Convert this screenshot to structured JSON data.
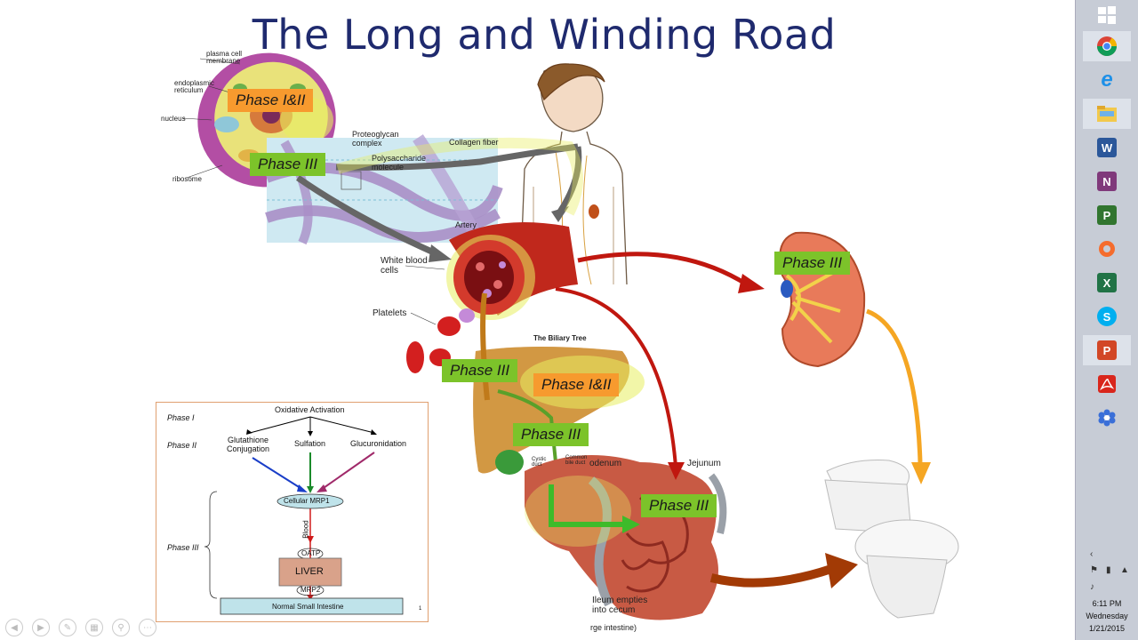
{
  "slide": {
    "title": "The Long and Winding Road",
    "labels": {
      "phase_1_2_cell": "Phase I&II",
      "phase_3_cell": "Phase III",
      "phase_3_kidney": "Phase III",
      "phase_3_liver": "Phase III",
      "phase_1_2_liver": "Phase I&II",
      "phase_3_bile": "Phase III",
      "phase_3_intestine": "Phase III"
    },
    "cell_annotations": {
      "plasma_membrane": "plasma cell membrane",
      "er": "endoplasmic reticulum",
      "nucleus": "nucleus",
      "ribosome": "ribosome"
    },
    "ecm_annotations": {
      "proteoglycan": "Proteoglycan complex",
      "polysaccharide": "Polysaccharide molecule",
      "collagen": "Collagen fiber"
    },
    "blood_annotations": {
      "artery": "Artery",
      "white_blood": "White blood cells",
      "platelets": "Platelets"
    },
    "liver_annotations": {
      "biliary_tree": "The Biliary Tree",
      "cystic_duct": "Cystic duct",
      "common_bile": "Common bile duct"
    },
    "intestine_annotations": {
      "duodenum": "odenum",
      "jejunum": "Jejunum",
      "ileum": "Ileum empties into cecum",
      "large": "rge intestine)"
    },
    "diagram": {
      "oxidative": "Oxidative Activation",
      "phase_i": "Phase I",
      "phase_ii": "Phase II",
      "phase_iii": "Phase III",
      "glutathione": "Glutathione Conjugation",
      "sulfation": "Sulfation",
      "glucuronidation": "Glucuronidation",
      "mrp1": "Cellular MRP1",
      "blood": "Blood",
      "oatp": "OATP",
      "liver": "LIVER",
      "mrp2": "MRP2",
      "intestine": "Normal Small Intestine",
      "page_num": "1"
    },
    "colors": {
      "title": "#1f2a6e",
      "green_label": "#7cc32a",
      "orange_label": "#f79a2e",
      "red_arrow": "#c0170f",
      "orange_arrow": "#f5a623",
      "brown_arrow": "#a23a05",
      "gray_arrow": "#666666"
    }
  },
  "taskbar": {
    "apps": [
      {
        "name": "start-button",
        "icon": "windows-icon"
      },
      {
        "name": "chrome",
        "icon": "chrome-icon"
      },
      {
        "name": "internet-explorer",
        "icon": "ie-icon"
      },
      {
        "name": "file-explorer",
        "icon": "folder-icon"
      },
      {
        "name": "word",
        "icon": "word-icon",
        "glyph": "W"
      },
      {
        "name": "onenote",
        "icon": "onenote-icon",
        "glyph": "N"
      },
      {
        "name": "project",
        "icon": "project-icon",
        "glyph": "P"
      },
      {
        "name": "origin",
        "icon": "origin-icon"
      },
      {
        "name": "excel",
        "icon": "excel-icon",
        "glyph": "X"
      },
      {
        "name": "skype",
        "icon": "skype-icon",
        "glyph": "S"
      },
      {
        "name": "powerpoint",
        "icon": "powerpoint-icon",
        "glyph": "P"
      },
      {
        "name": "acrobat",
        "icon": "acrobat-icon"
      },
      {
        "name": "snowflake-app",
        "icon": "snowflake-icon"
      }
    ],
    "clock": {
      "time": "6:11 PM",
      "day": "Wednesday",
      "date": "1/21/2015"
    }
  }
}
